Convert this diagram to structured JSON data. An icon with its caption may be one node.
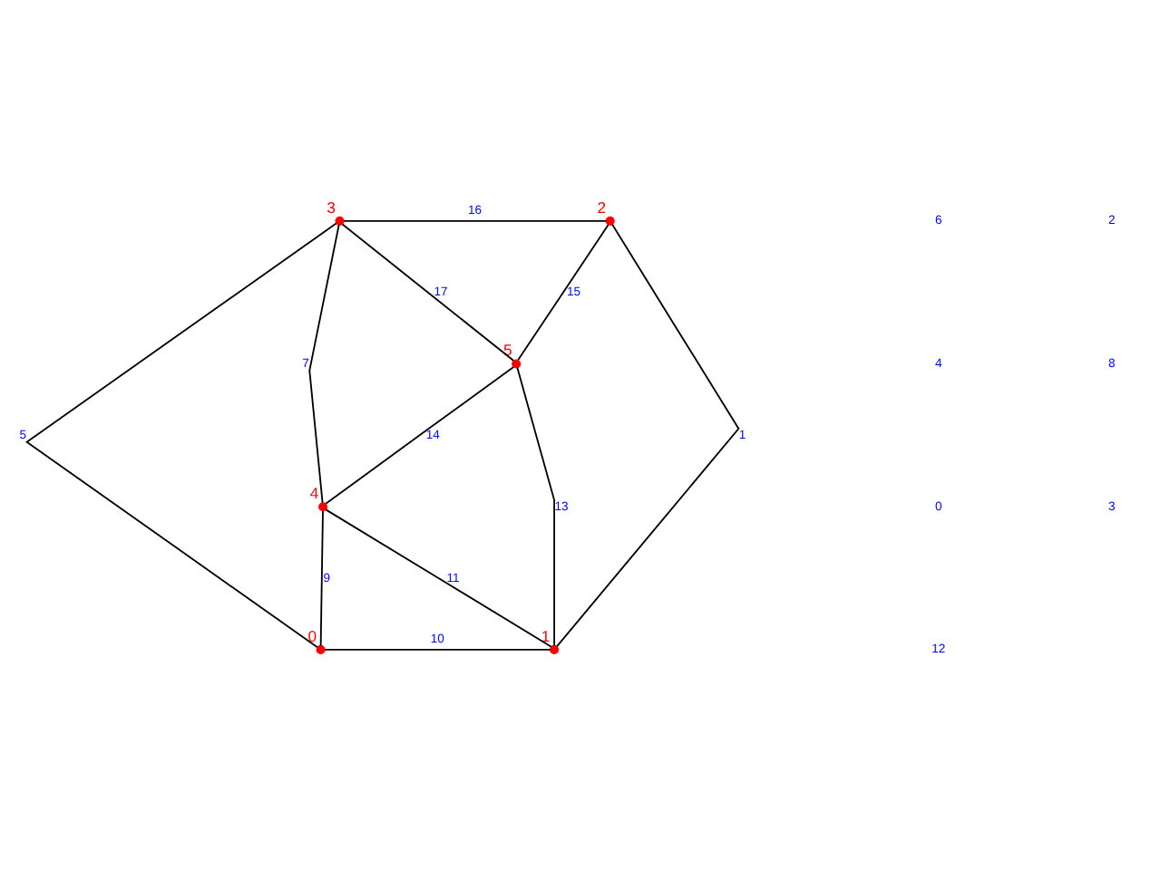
{
  "diagram": {
    "nodes": [
      {
        "text": [],
        "shape": "circle",
        "beside": [
          "0"
        ]
      },
      {
        "text": [],
        "shape": "circle",
        "beside": [
          "1"
        ]
      },
      {
        "text": [],
        "shape": "circle",
        "beside": [
          "2"
        ]
      },
      {
        "text": [],
        "shape": "circle",
        "beside": [
          "3"
        ]
      },
      {
        "text": [],
        "shape": "circle",
        "beside": [
          "4"
        ]
      },
      {
        "text": [],
        "shape": "circle",
        "beside": [
          "5"
        ]
      }
    ],
    "edges": [
      {
        "from": 0,
        "to": 1,
        "arrow": "none",
        "label": "10"
      },
      {
        "from": 2,
        "to": 1,
        "arrow": "none",
        "label": "1"
      },
      {
        "from": 3,
        "to": 2,
        "arrow": "none",
        "label": "16"
      },
      {
        "from": 3,
        "to": 0,
        "arrow": "none",
        "label": "5"
      },
      {
        "from": 4,
        "to": 0,
        "arrow": "none",
        "label": "9"
      },
      {
        "from": 4,
        "to": 1,
        "arrow": "none",
        "label": "11"
      },
      {
        "from": 5,
        "to": 1,
        "arrow": "none",
        "label": "13"
      },
      {
        "from": 2,
        "to": 5,
        "arrow": "none",
        "label": "15"
      },
      {
        "from": 3,
        "to": 5,
        "arrow": "none",
        "label": "17"
      },
      {
        "from": 3,
        "to": 4,
        "arrow": "none",
        "label": "7"
      },
      {
        "from": 5,
        "to": 4,
        "arrow": "none",
        "label": "14"
      }
    ],
    "labels": [
      "6",
      "2",
      "4",
      "8",
      "0",
      "3",
      "12"
    ]
  }
}
